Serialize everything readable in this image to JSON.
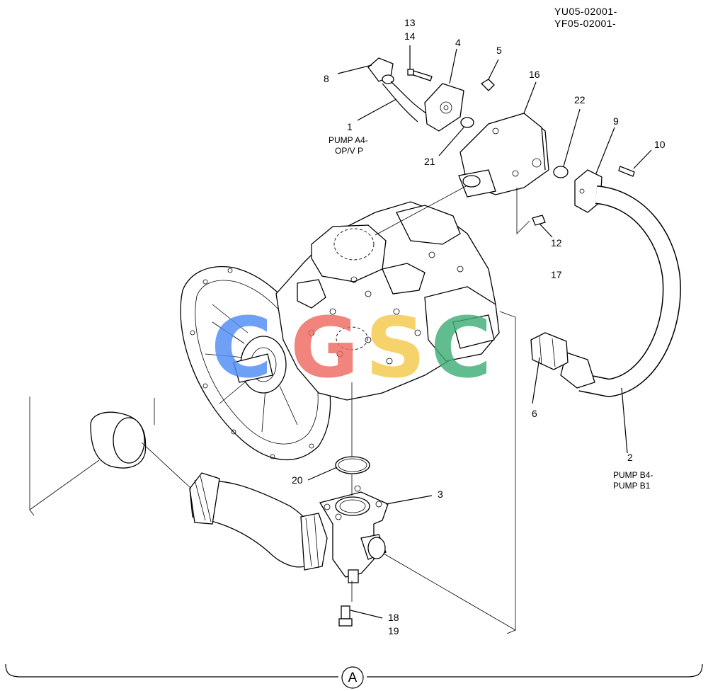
{
  "header": {
    "serial_1": "YU05-02001-",
    "serial_2": "YF05-02001-"
  },
  "callouts": {
    "c1": "1",
    "c2": "2",
    "c3": "3",
    "c4": "4",
    "c5": "5",
    "c6": "6",
    "c8": "8",
    "c9": "9",
    "c10": "10",
    "c12": "12",
    "c13": "13",
    "c14": "14",
    "c16": "16",
    "c17": "17",
    "c18": "18",
    "c19": "19",
    "c20": "20",
    "c21": "21",
    "c22": "22"
  },
  "notes": {
    "hose1_line1": "PUMP A4-",
    "hose1_line2": "OP/V P",
    "hose2_line1": "PUMP B4-",
    "hose2_line2": "PUMP B1"
  },
  "watermark": {
    "letters": [
      "C",
      "G",
      "S",
      "C"
    ],
    "colors": [
      "#4f8df5",
      "#ee6a60",
      "#f5c94a",
      "#3fae78"
    ]
  },
  "view_marker": "A"
}
